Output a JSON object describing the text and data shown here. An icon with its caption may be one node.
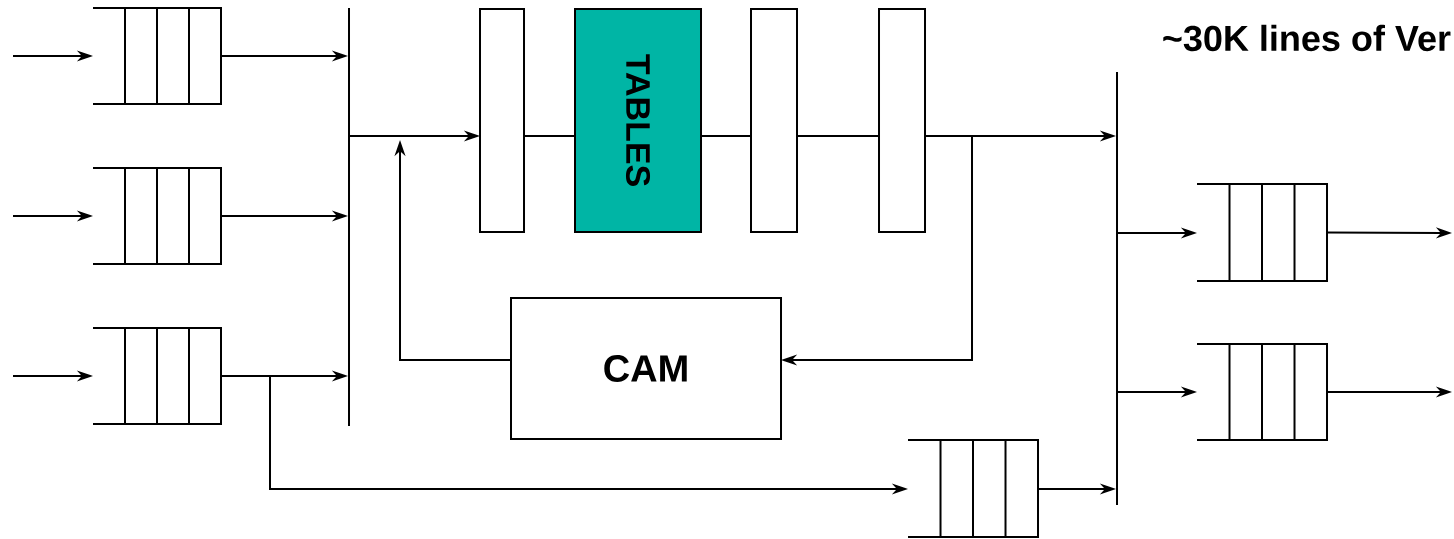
{
  "diagram": {
    "nodes": [
      {
        "text": [],
        "shape": "queue"
      },
      {
        "text": [],
        "shape": "queue"
      },
      {
        "text": [],
        "shape": "queue"
      },
      {
        "text": [],
        "shape": "bar"
      },
      {
        "text": [],
        "shape": "box"
      },
      {
        "text": [
          "TABLES"
        ]
      },
      {
        "text": [],
        "shape": "box"
      },
      {
        "text": [],
        "shape": "box"
      },
      {
        "text": [
          "CAM"
        ]
      },
      {
        "text": [],
        "shape": "bar"
      },
      {
        "text": [],
        "shape": "queue"
      },
      {
        "text": [],
        "shape": "queue"
      },
      {
        "text": [],
        "shape": "queue"
      }
    ],
    "edges": [
      {
        "from": null,
        "to": 0,
        "arrow": "to"
      },
      {
        "from": null,
        "to": 1,
        "arrow": "to"
      },
      {
        "from": null,
        "to": 2,
        "arrow": "to"
      },
      {
        "from": 0,
        "to": 3,
        "arrow": "to"
      },
      {
        "from": 1,
        "to": 3,
        "arrow": "to"
      },
      {
        "from": 2,
        "to": 3,
        "arrow": "to"
      },
      {
        "from": 3,
        "to": 4,
        "arrow": "to"
      },
      {
        "from": 8,
        "to": null,
        "arrow": "to"
      },
      {
        "from": 4,
        "to": 5,
        "arrow": "none"
      },
      {
        "from": 5,
        "to": 6,
        "arrow": "none"
      },
      {
        "from": 6,
        "to": 7,
        "arrow": "none"
      },
      {
        "from": 7,
        "to": 9,
        "arrow": "to"
      },
      {
        "from": 7,
        "to": 8,
        "arrow": "to"
      },
      {
        "from": 2,
        "to": 12,
        "arrow": "to"
      },
      {
        "from": 12,
        "to": 9,
        "arrow": "to"
      },
      {
        "from": 9,
        "to": 10,
        "arrow": "to"
      },
      {
        "from": 9,
        "to": 11,
        "arrow": "to"
      },
      {
        "from": 10,
        "to": null,
        "arrow": "to"
      },
      {
        "from": 11,
        "to": null,
        "arrow": "to"
      }
    ],
    "labels": [
      "~30K lines of Ver"
    ]
  }
}
